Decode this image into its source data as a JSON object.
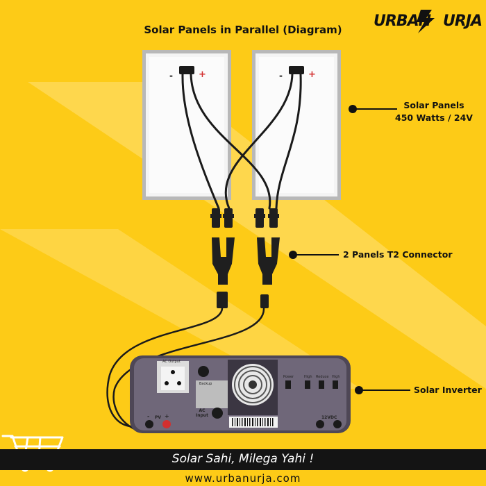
{
  "title": "Solar Panels in Parallel (Diagram)",
  "brand": {
    "name_left": "URBAN",
    "name_right": "URJA",
    "accent": "#FDCB17"
  },
  "panels": {
    "minus_sign": "-",
    "plus_sign": "+"
  },
  "callouts": {
    "solar_panels_line1": "Solar Panels",
    "solar_panels_line2": "450 Watts / 24V",
    "connector": "2 Panels T2 Connector",
    "inverter": "Solar Inverter"
  },
  "inverter": {
    "ac_output": "AC Output",
    "ac_input_line1": "AC",
    "ac_input_line2": "Input",
    "pv": "PV",
    "minus": "-",
    "plus": "+",
    "dc_12v": "12VDC",
    "backup": "Backup",
    "mode_labels": [
      "Power",
      "High",
      "Reduce",
      "High"
    ]
  },
  "footer": {
    "slogan": "Solar Sahi, Milega Yahi !",
    "url": "www.urbanurja.com"
  },
  "colors": {
    "background": "#FDCB17",
    "inverter_body": "#6F6779",
    "banner": "#141414"
  }
}
